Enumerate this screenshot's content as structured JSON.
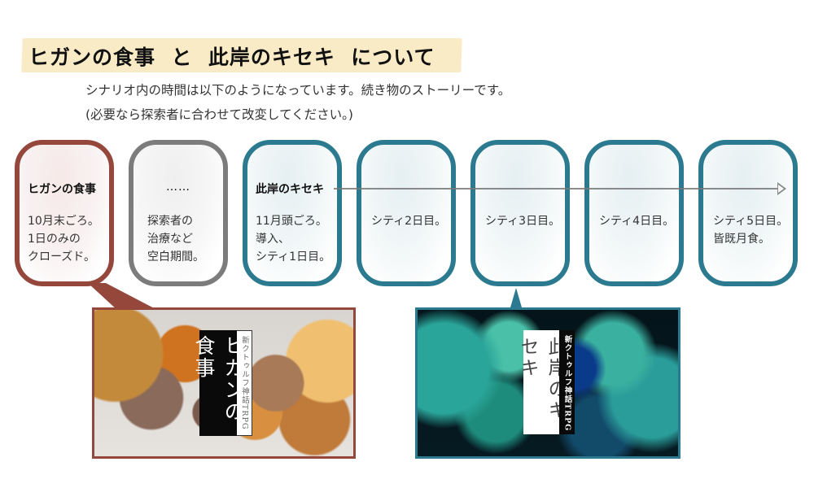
{
  "header": {
    "title": "ヒガンの食事  と  此岸のキセキ  について",
    "highlight_color": "#f8ebc6"
  },
  "description": {
    "line1": "シナリオ内の時間は以下のようになっています。続き物のストーリーです。",
    "line2": "(必要なら探索者に合わせて改変してください。)"
  },
  "timeline": {
    "cards": [
      {
        "head": "ヒガンの食事",
        "body": "10月末ごろ。\n1日のみの\nクローズド。",
        "color": "#94473a"
      },
      {
        "head": "……",
        "body": "探索者の\n治療など\n空白期間。",
        "color": "#7c7c7c"
      },
      {
        "head": "此岸のキセキ",
        "body": "11月頭ごろ。\n導入、\nシティ1日目。",
        "color": "#2b7a8f"
      },
      {
        "head": "",
        "body": "シティ2日目。",
        "color": "#2b7a8f"
      },
      {
        "head": "",
        "body": "シティ3日目。",
        "color": "#2b7a8f"
      },
      {
        "head": "",
        "body": "シティ4日目。",
        "color": "#2b7a8f"
      },
      {
        "head": "",
        "body": "シティ5日目。\n皆既月食。",
        "color": "#2b7a8f"
      }
    ],
    "arrow_icon": "arrow-right-icon"
  },
  "banners": {
    "higan": {
      "title": "ヒガンの食事",
      "subtitle": "新クトゥルフ神話TRPG",
      "border_color": "#94473a"
    },
    "kishi": {
      "title": "此岸のキセキ",
      "subtitle": "新クトゥルフ神話TRPG",
      "border_color": "#2b7a8f"
    }
  }
}
